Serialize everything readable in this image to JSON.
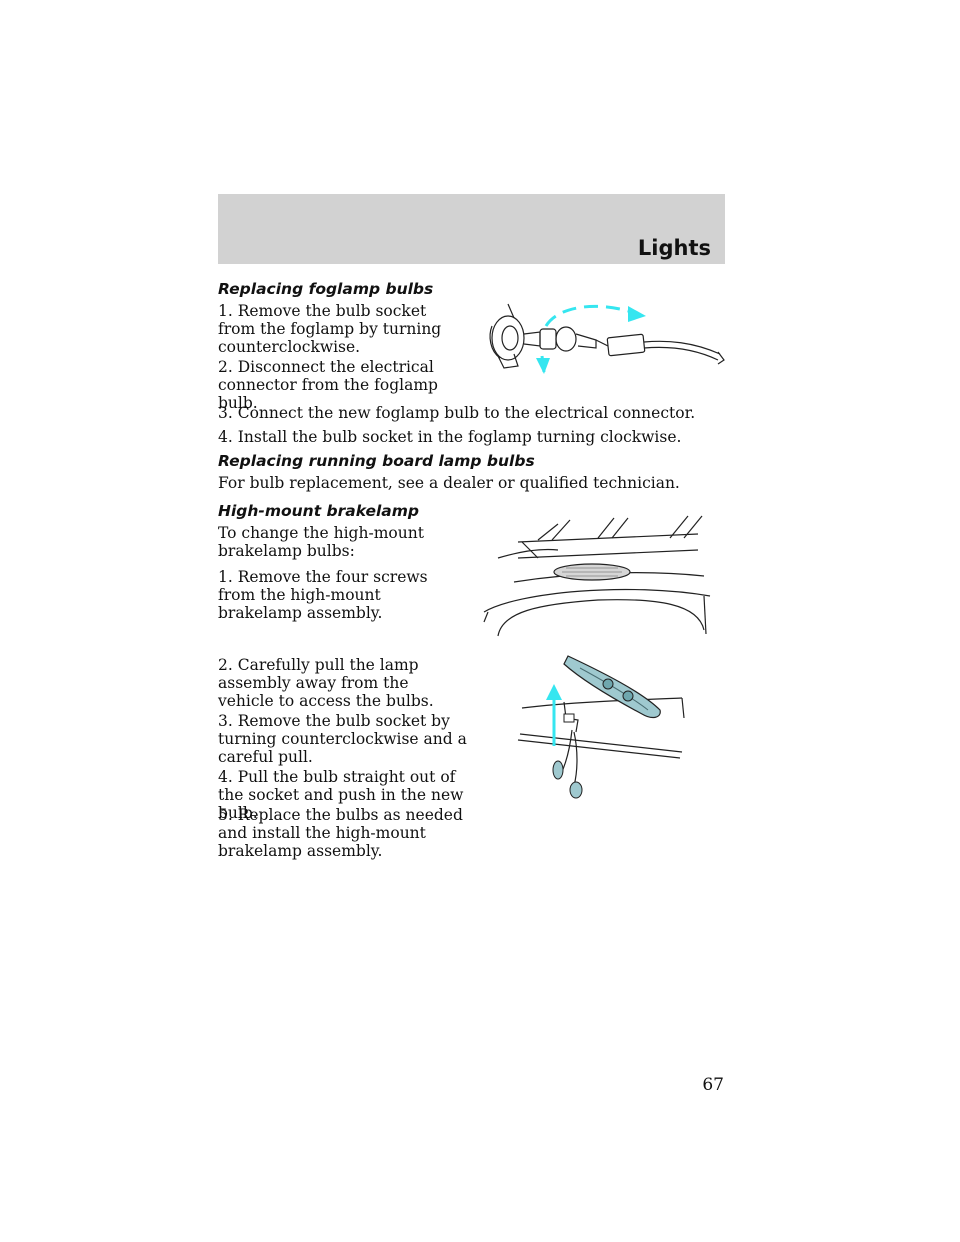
{
  "header": {
    "title": "Lights"
  },
  "foglamp": {
    "heading": "Replacing foglamp bulbs",
    "step1": "1. Remove the bulb socket from the foglamp by turning counterclockwise.",
    "step2": "2. Disconnect the electrical connector from the foglamp bulb.",
    "step3": "3. Connect the new foglamp bulb to the electrical connector.",
    "step4": "4. Install the bulb socket in the foglamp turning clockwise."
  },
  "running_board": {
    "heading": "Replacing running board lamp bulbs",
    "text": "For bulb replacement, see a dealer or qualified technician."
  },
  "brakelamp": {
    "heading": "High-mount brakelamp",
    "intro": "To change the high-mount brakelamp bulbs:",
    "step1": "1. Remove the four screws from the high-mount brakelamp assembly.",
    "step2": "2. Carefully pull the lamp assembly away from the vehicle to access the bulbs.",
    "step3": "3. Remove the bulb socket by turning counterclockwise and a careful pull.",
    "step4": "4. Pull the bulb straight out of the socket and push in the new bulb.",
    "step5": "5. Replace the bulbs as needed and install the high-mount brakelamp assembly."
  },
  "page": {
    "number": "67"
  },
  "colors": {
    "header_band": "#d2d2d2",
    "arrow": "#35e6f0"
  }
}
